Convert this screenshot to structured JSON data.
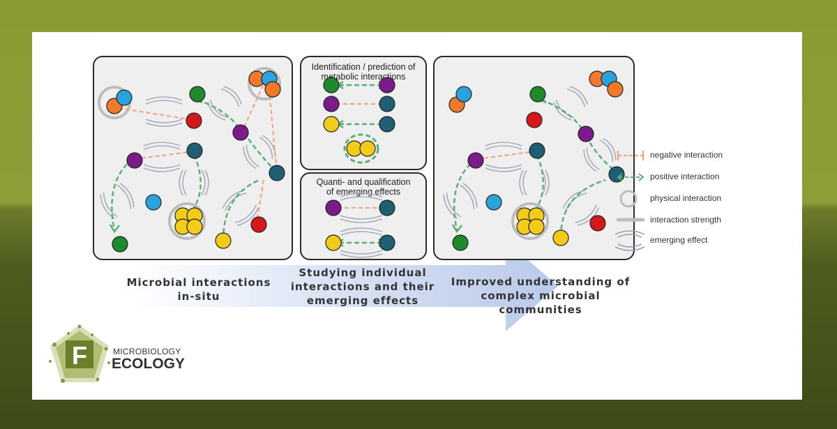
{
  "panels": {
    "left": {},
    "middle_top": {
      "title_line1": "Identification / prediction of",
      "title_line2": "metabolic interactions"
    },
    "middle_bottom": {
      "title_line1": "Quanti- and qualification",
      "title_line2": "of emerging effects"
    },
    "right": {}
  },
  "captions": {
    "left_line1": "Microbial interactions",
    "left_line2": "in-situ",
    "middle_line1": "Studying individual",
    "middle_line2": "interactions and their",
    "middle_line3": "emerging effects",
    "right_line1": "Improved understanding of",
    "right_line2": "complex microbial communities"
  },
  "legend": [
    {
      "label": "negative interaction",
      "icon": "negative-interaction-icon"
    },
    {
      "label": "positive interaction",
      "icon": "positive-interaction-icon"
    },
    {
      "label": "physical interaction",
      "icon": "physical-interaction-icon"
    },
    {
      "label": "interaction strength",
      "icon": "interaction-strength-icon"
    },
    {
      "label": "emerging effect",
      "icon": "emerging-effect-icon"
    }
  ],
  "logo": {
    "letter": "F",
    "line1": "MICROBIOLOGY",
    "line2": "ECOLOGY"
  },
  "colors": {
    "green": "#1f8a2c",
    "orange": "#f07a2a",
    "blue": "#2aa3dc",
    "red": "#d4181c",
    "purple": "#7b1a8a",
    "teal": "#1f5f73",
    "yellow": "#f2cc18",
    "negative": "#f2a07a",
    "positive": "#5aae78",
    "ring": "#bdbdbd",
    "arrow": "#b8c8ea"
  }
}
